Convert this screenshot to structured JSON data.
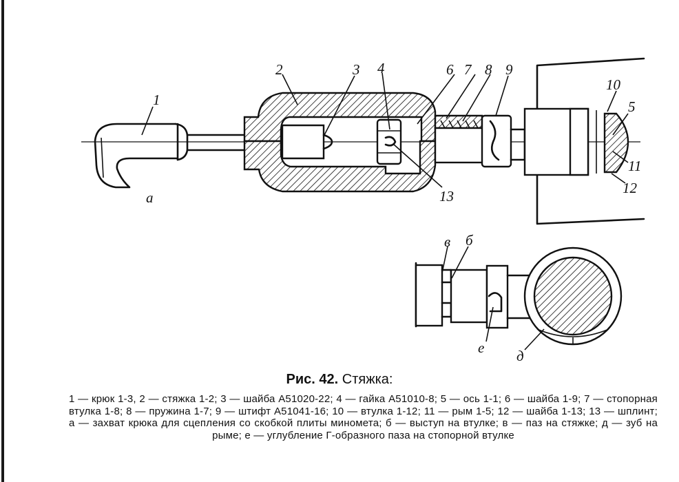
{
  "figure": {
    "number": "Рис. 42.",
    "title": "Стяжка:"
  },
  "legend": "1 — крюк 1-3, 2 — стяжка 1-2; 3 — шайба А51020-22; 4 — гайка А51010-8; 5 — ось 1-1; 6 — шайба 1-9; 7 — стопорная втулка 1-8; 8 — пружина 1-7; 9 — штифт А51041-16; 10 — втулка 1-12; 11 — рым 1-5; 12 — шайба 1-13; 13 — шплинт; а — захват крюка для сцепления со скобкой плиты миномета; б — выступ на втулке; в — паз на стяжке; д — зуб на рыме; е — углубление Г-образного паза на стопорной втулке",
  "callouts": {
    "n1": "1",
    "n2": "2",
    "n3": "3",
    "n4": "4",
    "n5": "5",
    "n6": "6",
    "n7": "7",
    "n8": "8",
    "n9": "9",
    "n10": "10",
    "n11": "11",
    "n12": "12",
    "n13": "13",
    "a": "а",
    "b": "б",
    "v": "в",
    "d": "д",
    "e": "е"
  }
}
